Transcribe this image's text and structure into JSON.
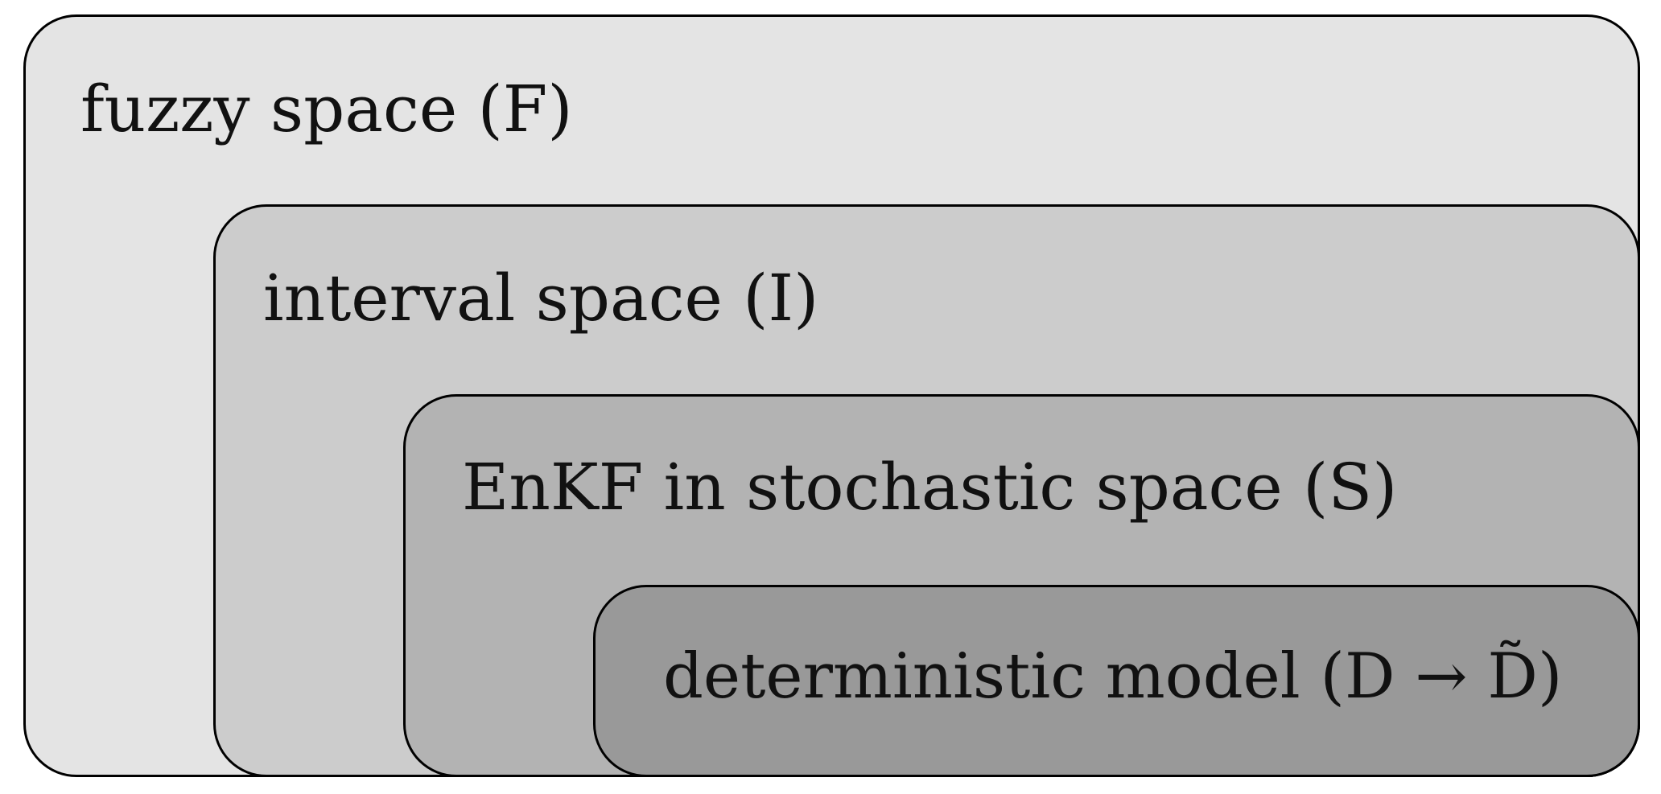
{
  "diagram": {
    "boxes": [
      {
        "id": "fuzzy",
        "label": "fuzzy space (F)",
        "fill": "#e4e4e4"
      },
      {
        "id": "interval",
        "label": "interval space (I)",
        "fill": "#cccccc"
      },
      {
        "id": "enkf",
        "label": "EnKF in stochastic space (S)",
        "fill": "#b3b3b3"
      },
      {
        "id": "deterministic",
        "label": "deterministic model (D → D̃)",
        "fill": "#999999"
      }
    ],
    "border_color": "#000000"
  }
}
